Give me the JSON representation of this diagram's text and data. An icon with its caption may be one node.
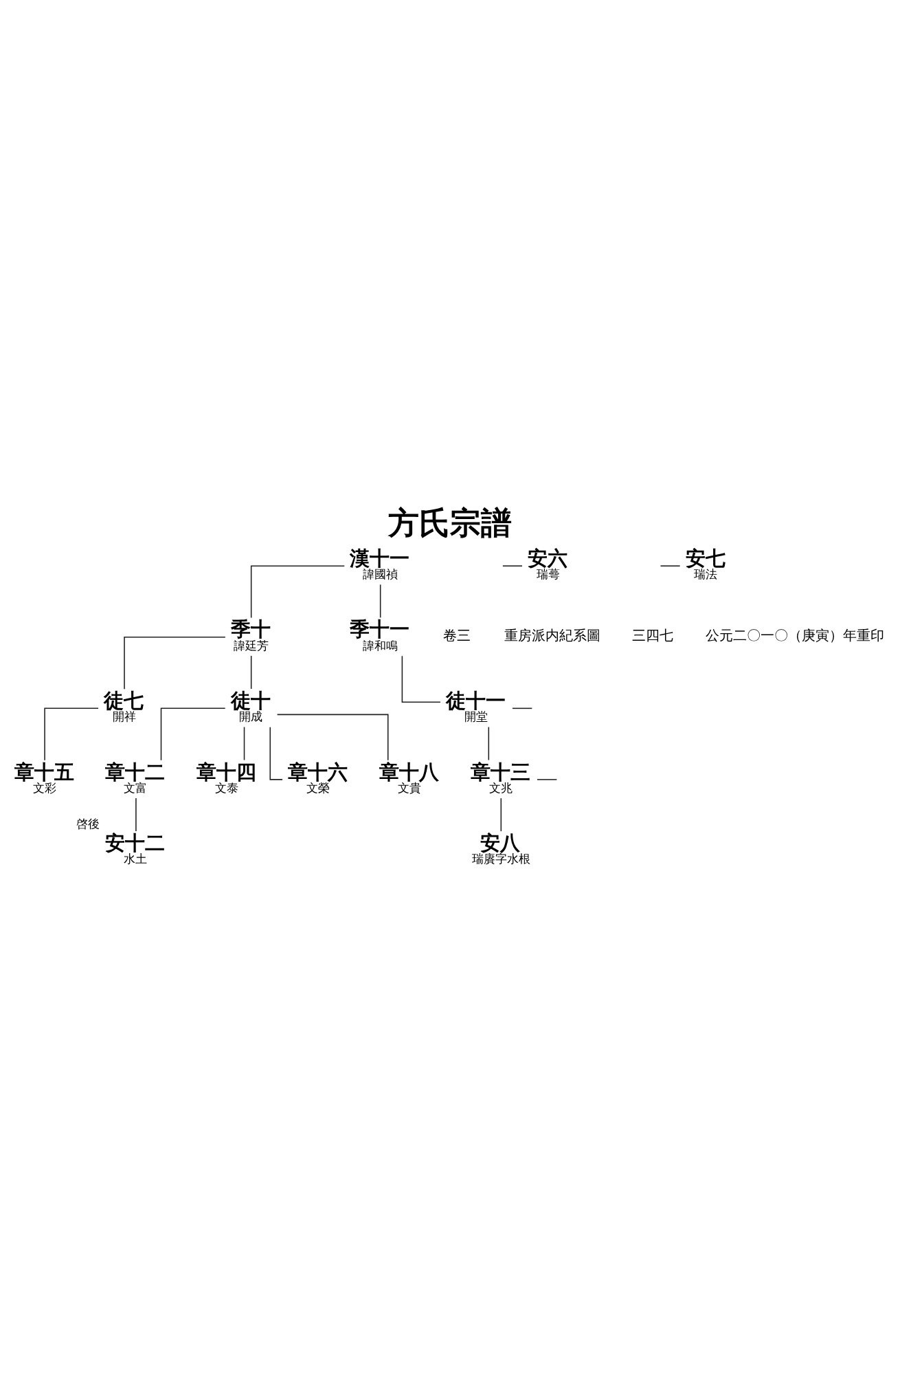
{
  "diagram": {
    "title": "方氏宗譜",
    "nodes": [
      {
        "text": [
          "漢十一",
          "諱國禎"
        ]
      },
      {
        "text": [
          "季十",
          "諱廷芳"
        ]
      },
      {
        "text": [
          "季十一",
          "諱和鳴"
        ]
      },
      {
        "text": [
          "徒七",
          "開祥"
        ]
      },
      {
        "text": [
          "徒十",
          "開成"
        ]
      },
      {
        "text": [
          "徒十一",
          "開堂"
        ]
      },
      {
        "text": [
          "章十五",
          "文彩"
        ]
      },
      {
        "text": [
          "章十二",
          "文富"
        ]
      },
      {
        "text": [
          "章十四",
          "文泰"
        ]
      },
      {
        "text": [
          "章十六",
          "文榮"
        ]
      },
      {
        "text": [
          "章十八",
          "文貴"
        ]
      },
      {
        "text": [
          "章十三",
          "文兆"
        ]
      },
      {
        "text": [
          "安六",
          "瑞蕚"
        ]
      },
      {
        "text": [
          "安七",
          "瑞法"
        ]
      },
      {
        "text": [
          "安十二",
          "水土"
        ],
        "beside": [
          "啓後"
        ]
      },
      {
        "text": [
          "安八",
          "瑞賡字水根"
        ]
      }
    ],
    "edges": [
      {
        "from": 0,
        "to": 1,
        "arrow": "none"
      },
      {
        "from": 0,
        "to": 2,
        "arrow": "none"
      },
      {
        "from": 1,
        "to": 3,
        "arrow": "none"
      },
      {
        "from": 1,
        "to": 4,
        "arrow": "none"
      },
      {
        "from": 2,
        "to": 5,
        "arrow": "none"
      },
      {
        "from": 3,
        "to": 6,
        "arrow": "none"
      },
      {
        "from": 4,
        "to": 7,
        "arrow": "none"
      },
      {
        "from": 4,
        "to": 8,
        "arrow": "none"
      },
      {
        "from": 4,
        "to": 9,
        "arrow": "none"
      },
      {
        "from": 4,
        "to": 10,
        "arrow": "none"
      },
      {
        "from": 5,
        "to": 11,
        "arrow": "none"
      },
      {
        "from": 5,
        "to": null,
        "arrow": "none"
      },
      {
        "from": 7,
        "to": 14,
        "arrow": "none"
      },
      {
        "from": 11,
        "to": 15,
        "arrow": "none"
      },
      {
        "from": 11,
        "to": null,
        "arrow": "none"
      },
      {
        "from": null,
        "to": 12,
        "arrow": "none"
      },
      {
        "from": null,
        "to": 13,
        "arrow": "none"
      }
    ],
    "labels": [
      "卷三",
      "重房派内紀系圖",
      "三四七",
      "公元二〇一〇（庚寅）年重印"
    ]
  }
}
